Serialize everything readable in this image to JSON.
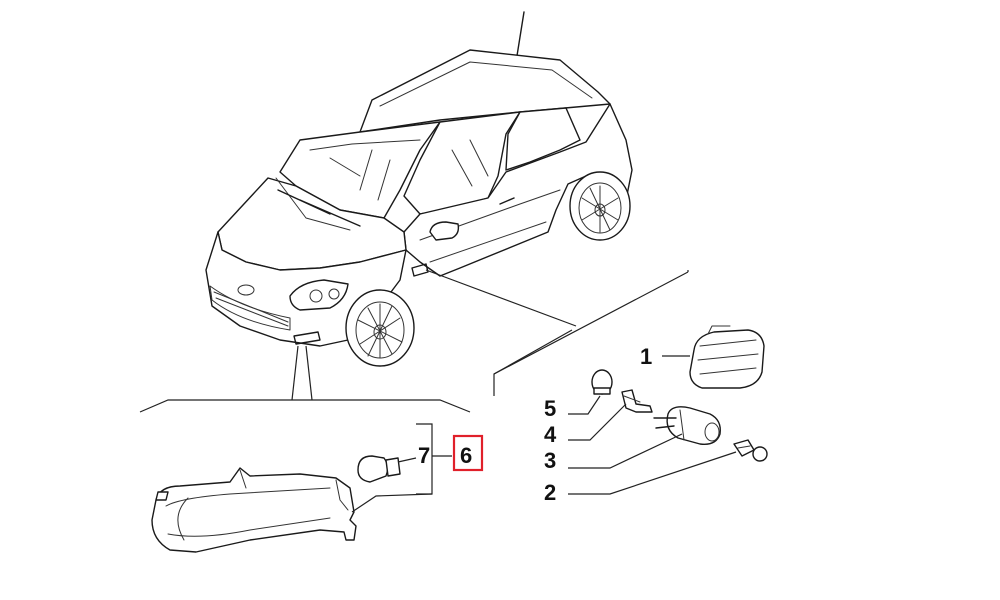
{
  "diagram": {
    "callouts": [
      {
        "id": "1",
        "label": "1"
      },
      {
        "id": "2",
        "label": "2"
      },
      {
        "id": "3",
        "label": "3"
      },
      {
        "id": "4",
        "label": "4"
      },
      {
        "id": "5",
        "label": "5"
      },
      {
        "id": "6",
        "label": "6",
        "highlighted": true
      },
      {
        "id": "7",
        "label": "7"
      }
    ],
    "colors": {
      "line": "#1a1a1a",
      "highlight": "#e0202a",
      "background": "#ffffff"
    }
  }
}
